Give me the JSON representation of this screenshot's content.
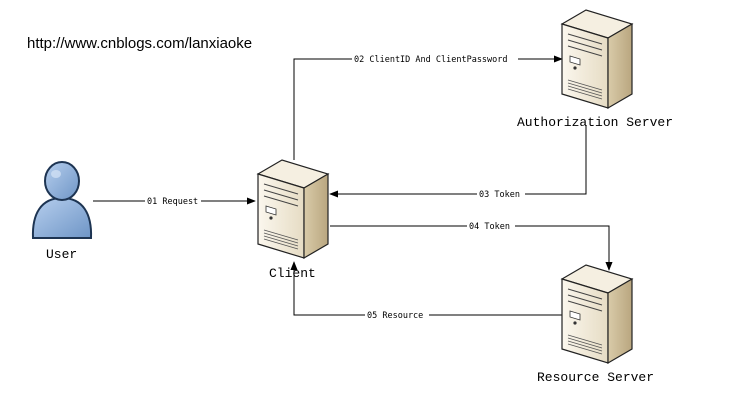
{
  "watermark": "http://www.cnblogs.com/lanxiaoke",
  "nodes": {
    "user": {
      "label": "User",
      "icon": "user-icon"
    },
    "client": {
      "label": "Client",
      "icon": "server-icon"
    },
    "auth_server": {
      "label": "Authorization Server",
      "icon": "server-icon"
    },
    "resource_server": {
      "label": "Resource Server",
      "icon": "server-icon"
    }
  },
  "edges": {
    "request": {
      "label": "01 Request",
      "from": "User",
      "to": "Client"
    },
    "credentials": {
      "label": "02 ClientID And ClientPassword",
      "from": "Client",
      "to": "Authorization Server"
    },
    "token_to_client": {
      "label": "03 Token",
      "from": "Authorization Server",
      "to": "Client"
    },
    "token_to_resource": {
      "label": "04 Token",
      "from": "Client",
      "to": "Resource Server"
    },
    "resource": {
      "label": "05 Resource",
      "from": "Resource Server",
      "to": "Client"
    }
  },
  "colors": {
    "user_fill": "#8fb2dc",
    "server_face": "#efe6d2",
    "server_side": "#d7c8a8",
    "line": "#000000"
  }
}
